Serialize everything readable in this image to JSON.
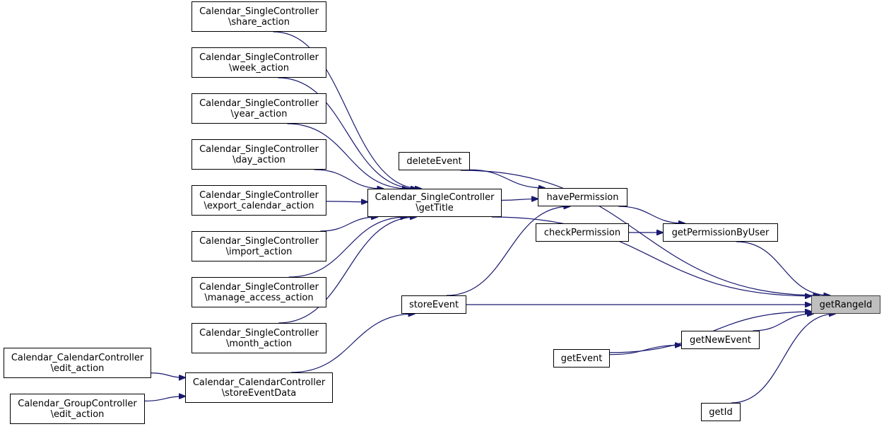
{
  "title": "getRangeId caller graph",
  "colors": {
    "edge": "#191970",
    "focus_fill": "#bfbfbf"
  },
  "nodes": [
    {
      "id": "share",
      "lines": [
        "Calendar_SingleController",
        "\\share_action"
      ]
    },
    {
      "id": "week",
      "lines": [
        "Calendar_SingleController",
        "\\week_action"
      ]
    },
    {
      "id": "year",
      "lines": [
        "Calendar_SingleController",
        "\\year_action"
      ]
    },
    {
      "id": "day",
      "lines": [
        "Calendar_SingleController",
        "\\day_action"
      ]
    },
    {
      "id": "export",
      "lines": [
        "Calendar_SingleController",
        "\\export_calendar_action"
      ]
    },
    {
      "id": "import",
      "lines": [
        "Calendar_SingleController",
        "\\import_action"
      ]
    },
    {
      "id": "manage",
      "lines": [
        "Calendar_SingleController",
        "\\manage_access_action"
      ]
    },
    {
      "id": "month",
      "lines": [
        "Calendar_SingleController",
        "\\month_action"
      ]
    },
    {
      "id": "cal_edit",
      "lines": [
        "Calendar_CalendarController",
        "\\edit_action"
      ]
    },
    {
      "id": "grp_edit",
      "lines": [
        "Calendar_GroupController",
        "\\edit_action"
      ]
    },
    {
      "id": "storeEventData",
      "lines": [
        "Calendar_CalendarController",
        "\\storeEventData"
      ]
    },
    {
      "id": "getTitle",
      "lines": [
        "Calendar_SingleController",
        "\\getTitle"
      ]
    },
    {
      "id": "deleteEvent",
      "lines": [
        "deleteEvent"
      ]
    },
    {
      "id": "storeEvent",
      "lines": [
        "storeEvent"
      ]
    },
    {
      "id": "havePermission",
      "lines": [
        "havePermission"
      ]
    },
    {
      "id": "checkPermission",
      "lines": [
        "checkPermission"
      ]
    },
    {
      "id": "getPermissionByUser",
      "lines": [
        "getPermissionByUser"
      ]
    },
    {
      "id": "getNewEvent",
      "lines": [
        "getNewEvent"
      ]
    },
    {
      "id": "getEvent",
      "lines": [
        "getEvent"
      ]
    },
    {
      "id": "getId",
      "lines": [
        "getId"
      ]
    },
    {
      "id": "getRangeId",
      "lines": [
        "getRangeId"
      ],
      "focus": true
    }
  ],
  "edges": [
    [
      "share",
      "getTitle"
    ],
    [
      "week",
      "getTitle"
    ],
    [
      "year",
      "getTitle"
    ],
    [
      "day",
      "getTitle"
    ],
    [
      "export",
      "getTitle"
    ],
    [
      "import",
      "getTitle"
    ],
    [
      "manage",
      "getTitle"
    ],
    [
      "month",
      "getTitle"
    ],
    [
      "cal_edit",
      "storeEventData"
    ],
    [
      "grp_edit",
      "storeEventData"
    ],
    [
      "storeEventData",
      "storeEvent"
    ],
    [
      "getTitle",
      "havePermission"
    ],
    [
      "getTitle",
      "getRangeId"
    ],
    [
      "deleteEvent",
      "havePermission"
    ],
    [
      "deleteEvent",
      "getRangeId"
    ],
    [
      "storeEvent",
      "havePermission"
    ],
    [
      "storeEvent",
      "getRangeId"
    ],
    [
      "havePermission",
      "getPermissionByUser"
    ],
    [
      "checkPermission",
      "getPermissionByUser"
    ],
    [
      "getPermissionByUser",
      "getRangeId"
    ],
    [
      "getEvent",
      "getNewEvent"
    ],
    [
      "getEvent",
      "getRangeId"
    ],
    [
      "getNewEvent",
      "getRangeId"
    ],
    [
      "getId",
      "getRangeId"
    ]
  ]
}
